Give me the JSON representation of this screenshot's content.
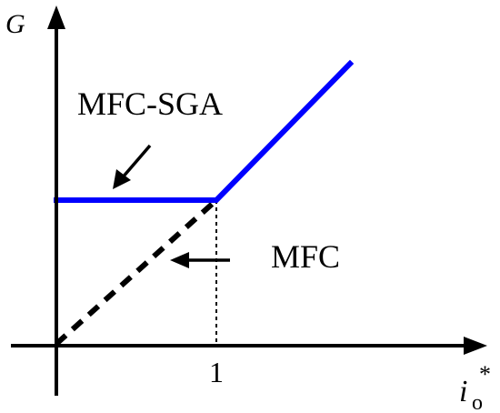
{
  "figure": {
    "y_axis_label": "G",
    "x_axis_label_main": "i",
    "x_axis_label_sub": "o",
    "x_axis_label_sup": "*",
    "x_tick_label": "1",
    "annotations": {
      "mfc_sga": "MFC-SGA",
      "mfc": "MFC"
    },
    "colors": {
      "mfc_sga_line": "#0000ff",
      "mfc_line": "#000000",
      "axes": "#000000"
    }
  }
}
